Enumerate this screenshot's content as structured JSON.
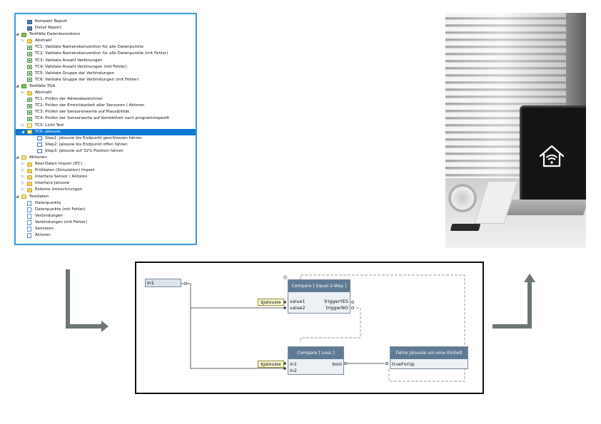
{
  "tree": {
    "items": [
      {
        "label": "Kompakt Report",
        "level": 1,
        "icon": "report",
        "expander": ""
      },
      {
        "label": "Detail Report",
        "level": 1,
        "icon": "report",
        "expander": ""
      },
      {
        "label": "Testfälle Datenkonsistenz",
        "level": 0,
        "icon": "group",
        "expander": "◢"
      },
      {
        "label": "Abstrakt",
        "level": 1,
        "icon": "folder",
        "expander": "▷"
      },
      {
        "label": "TC1: Validate Namenskonvention für alle Datenpunkte",
        "level": 1,
        "icon": "test",
        "expander": ""
      },
      {
        "label": "TC2: Validate Namenskonvention für alle Datenpunkte (mit Fehler)",
        "level": 1,
        "icon": "test",
        "expander": ""
      },
      {
        "label": "TC3: Validate Anzahl Verbinungen",
        "level": 1,
        "icon": "test",
        "expander": ""
      },
      {
        "label": "TC4: Validate Anzahl Verbinungen (mit Fehler)",
        "level": 1,
        "icon": "test",
        "expander": ""
      },
      {
        "label": "TC5: Validate Gruppe der Verbindungen",
        "level": 1,
        "icon": "test",
        "expander": ""
      },
      {
        "label": "TC6: Validate Gruppe der Verbindungen (mit Fehler)",
        "level": 1,
        "icon": "test",
        "expander": ""
      },
      {
        "label": "Testfälle TGA",
        "level": 0,
        "icon": "group",
        "expander": "◢"
      },
      {
        "label": "Abstrakt",
        "level": 1,
        "icon": "folder",
        "expander": "▷"
      },
      {
        "label": "TC1: Prüfen der Adressbezeichner",
        "level": 1,
        "icon": "test",
        "expander": ""
      },
      {
        "label": "TC2: Prüfen der Erreichbarkeit aller Sensoren / Aktoren",
        "level": 1,
        "icon": "test",
        "expander": ""
      },
      {
        "label": "TC3: Prüfen der Sensorenwerte auf Plausibilität",
        "level": 1,
        "icon": "test",
        "expander": ""
      },
      {
        "label": "TC4: Prüfen der Sensorwerte auf Korrektheit nach programmspezifi",
        "level": 1,
        "icon": "test",
        "expander": ""
      },
      {
        "label": "TC5: Licht Test",
        "level": 1,
        "icon": "testy",
        "expander": "▷"
      },
      {
        "label": "TC6: Jalousie",
        "level": 1,
        "icon": "testy",
        "expander": "◢",
        "selected": true
      },
      {
        "label": "Step1: Jalousie bis Endpunkt geschlossen fahren",
        "level": 2,
        "icon": "step",
        "expander": ""
      },
      {
        "label": "Step2: Jalousie bis Endpunkt offen fahren",
        "level": 2,
        "icon": "step",
        "expander": ""
      },
      {
        "label": "Step3: Jalousie auf 32% Position fahren",
        "level": 2,
        "icon": "step",
        "expander": ""
      },
      {
        "label": "Aktionen",
        "level": 0,
        "icon": "folder-open",
        "expander": "◢"
      },
      {
        "label": "Real-Daten Import (IFC)",
        "level": 1,
        "icon": "folder",
        "expander": "▷"
      },
      {
        "label": "Prüfdaten (Simulation) Import",
        "level": 1,
        "icon": "folder",
        "expander": "▷"
      },
      {
        "label": "Interface Sensor / Aktoren",
        "level": 1,
        "icon": "folder",
        "expander": "▷"
      },
      {
        "label": "Interface Jalousie",
        "level": 1,
        "icon": "folder",
        "expander": "▷"
      },
      {
        "label": "Externe Umrechnungen",
        "level": 1,
        "icon": "folder",
        "expander": "▷"
      },
      {
        "label": "Testdaten",
        "level": 0,
        "icon": "folder-open",
        "expander": "◢"
      },
      {
        "label": "Datenpunkte",
        "level": 1,
        "icon": "file",
        "expander": ""
      },
      {
        "label": "Datenpunkte (mit Fehler)",
        "level": 1,
        "icon": "file",
        "expander": ""
      },
      {
        "label": "Verbindungen",
        "level": 1,
        "icon": "file",
        "expander": ""
      },
      {
        "label": "Verbindungen (mit Fehler)",
        "level": 1,
        "icon": "file",
        "expander": ""
      },
      {
        "label": "Sensoren",
        "level": 1,
        "icon": "file",
        "expander": ""
      },
      {
        "label": "Aktoren",
        "level": 1,
        "icon": "file",
        "expander": ""
      }
    ]
  },
  "diagram": {
    "input_label": "in1",
    "compare_equal": {
      "title": "Compare [ Equal 2-Way ]",
      "in": [
        "value1",
        "value2"
      ],
      "out": [
        "triggerYES",
        "triggerNO"
      ]
    },
    "compare_less": {
      "title": "Compare [ Less ]",
      "in": [
        "in1",
        "in2"
      ],
      "out": [
        "bool"
      ]
    },
    "action": {
      "title": "Fahre Jalousie um eine Einheit",
      "in": [
        "trueForUp"
      ]
    },
    "tag_1": "$Jalousie",
    "tag_2": "$Jalousie"
  },
  "colors": {
    "tree_border": "#3a9bd8",
    "selection": "#0b78d4",
    "node_header": "#5f7a94",
    "arrow": "#6d7670"
  },
  "icons": [
    "report-icon",
    "group-icon",
    "folder-icon",
    "test-icon",
    "step-icon",
    "file-icon",
    "smart-home-wifi-icon",
    "gear-icon"
  ]
}
